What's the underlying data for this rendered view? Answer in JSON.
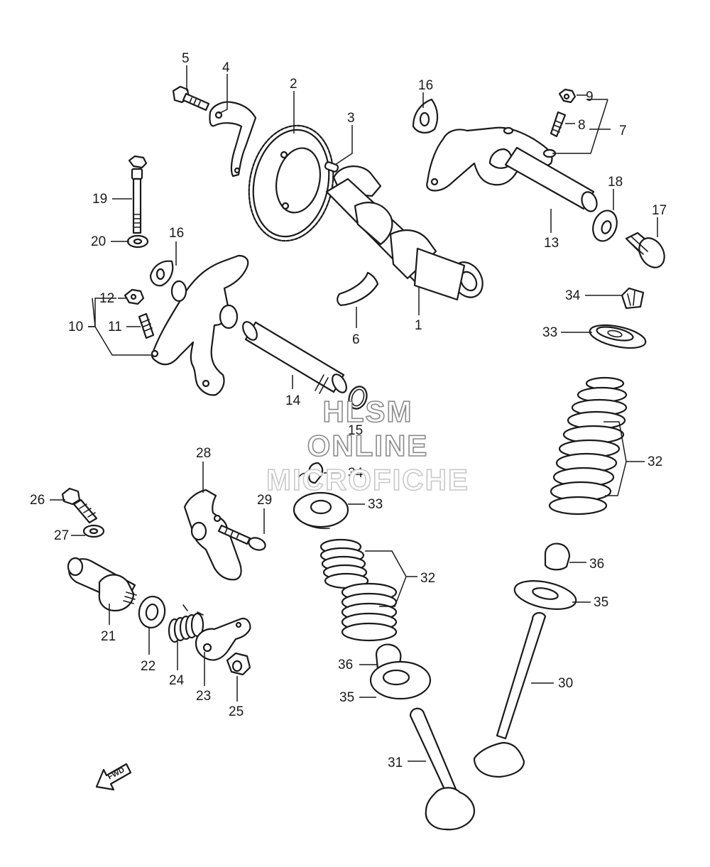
{
  "watermark": {
    "line1": "HLSM",
    "line2": "ONLINE",
    "line3": "MICROFICHE"
  },
  "fwd_label": "FWD",
  "callouts": {
    "c1": "1",
    "c2": "2",
    "c3": "3",
    "c4": "4",
    "c5": "5",
    "c6": "6",
    "c7": "7",
    "c8": "8",
    "c9": "9",
    "c10": "10",
    "c11": "11",
    "c12": "12",
    "c13": "13",
    "c14": "14",
    "c15": "15",
    "c16a": "16",
    "c16b": "16",
    "c17": "17",
    "c18": "18",
    "c19": "19",
    "c20": "20",
    "c21": "21",
    "c22": "22",
    "c23": "23",
    "c24": "24",
    "c25": "25",
    "c26": "26",
    "c27": "27",
    "c28": "28",
    "c29": "29",
    "c30": "30",
    "c31": "31",
    "c32a": "32",
    "c32b": "32",
    "c33a": "33",
    "c33b": "33",
    "c34a": "34",
    "c34b": "34",
    "c35a": "35",
    "c35b": "35",
    "c36a": "36",
    "c36b": "36"
  }
}
